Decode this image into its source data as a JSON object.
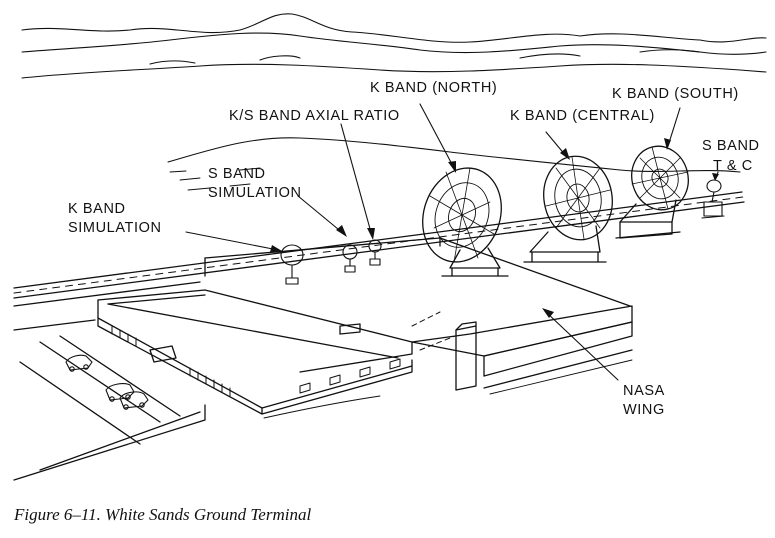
{
  "labels": {
    "k_band_north": "K BAND (NORTH)",
    "k_band_central": "K BAND (CENTRAL)",
    "k_band_south": "K BAND (SOUTH)",
    "ks_band_axial_ratio": "K/S BAND AXIAL RATIO",
    "s_band_simulation_1": "S BAND",
    "s_band_simulation_2": "SIMULATION",
    "k_band_simulation_1": "K BAND",
    "k_band_simulation_2": "SIMULATION",
    "s_band_tc_1": "S BAND",
    "s_band_tc_2": "T & C",
    "nasa_wing_1": "NASA",
    "nasa_wing_2": "WING"
  },
  "caption": "Figure 6–11.  White Sands Ground Terminal"
}
